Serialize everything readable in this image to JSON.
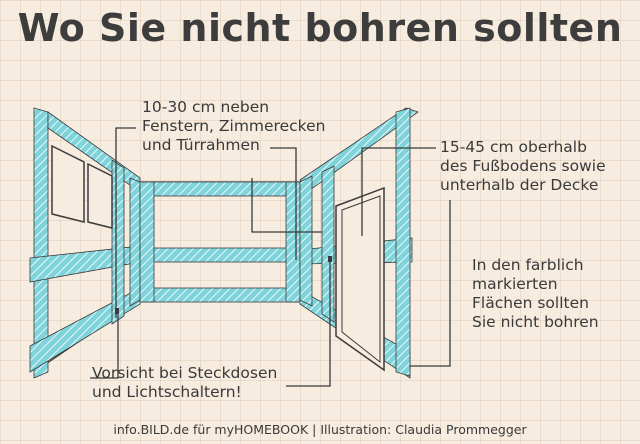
{
  "title": "Wo Sie nicht bohren sollten",
  "notes": {
    "top": "10-30 cm neben\nFenstern, Zimmerecken\nund Türrahmen",
    "right": "15-45 cm oberhalb\ndes Fußbodens sowie\nunterhalb der Decke",
    "right2": "In den farblich\nmarkierten\nFlächen sollten\nSie nicht bohren",
    "bottom": "Vorsicht bei Steckdosen\nund Lichtschaltern!"
  },
  "footer": "info.BILD.de für myHOMEBOOK | Illustration: Claudia Prommegger",
  "colors": {
    "zone": "#7fd3da",
    "line": "#3b3b3b",
    "background": "#f6ecdf"
  }
}
